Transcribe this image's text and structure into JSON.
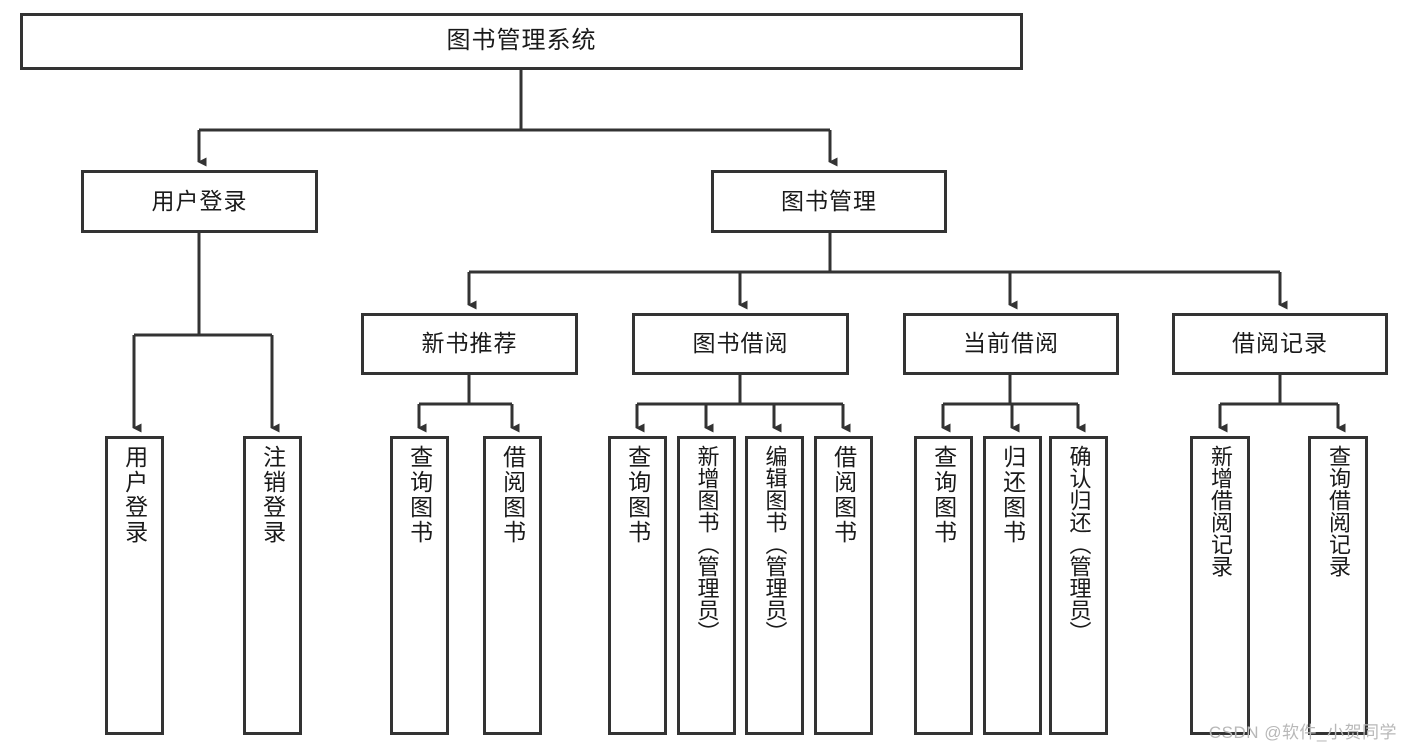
{
  "diagram": {
    "title": "图书管理系统",
    "type": "tree",
    "watermark": "CSDN @软件_小贺同学",
    "colors": {
      "stroke": "#333333",
      "fill": "#ffffff",
      "text": "#1a1a1a",
      "watermark": "#b8b8b8"
    },
    "root": {
      "label": "图书管理系统"
    },
    "level2": [
      {
        "label": "用户登录"
      },
      {
        "label": "图书管理"
      }
    ],
    "level3": [
      {
        "label": "新书推荐"
      },
      {
        "label": "图书借阅"
      },
      {
        "label": "当前借阅"
      },
      {
        "label": "借阅记录"
      }
    ],
    "leaves": {
      "user_login": [
        {
          "label": "用户登录"
        },
        {
          "label": "注销登录"
        }
      ],
      "new_book": [
        {
          "label": "查询图书"
        },
        {
          "label": "借阅图书"
        }
      ],
      "book_borrow": [
        {
          "label": "查询图书"
        },
        {
          "label": "新增图书（管理员）"
        },
        {
          "label": "编辑图书（管理员）"
        },
        {
          "label": "借阅图书"
        }
      ],
      "current_borrow": [
        {
          "label": "查询图书"
        },
        {
          "label": "归还图书"
        },
        {
          "label": "确认归还（管理员）"
        }
      ],
      "borrow_record": [
        {
          "label": "新增借阅记录"
        },
        {
          "label": "查询借阅记录"
        }
      ]
    }
  }
}
